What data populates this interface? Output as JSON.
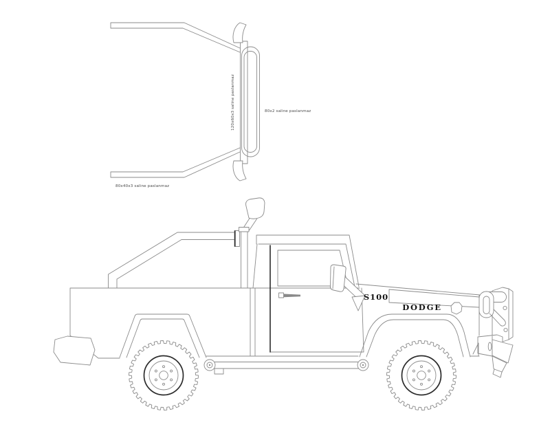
{
  "colors": {
    "background": "#ffffff",
    "line": "#8a8a8a",
    "line_dark": "#2b2b2b",
    "text": "#4a4a4a"
  },
  "top_view": {
    "label_main_hoop": "120x60x3 saline paslanmaz",
    "label_cross_tube": "80x2 saline paslanmaz",
    "label_side_rail": "80x40x3 saline paslanmaz"
  },
  "side_view": {
    "model_badge": "S100",
    "brand_badge": "DODGE"
  }
}
